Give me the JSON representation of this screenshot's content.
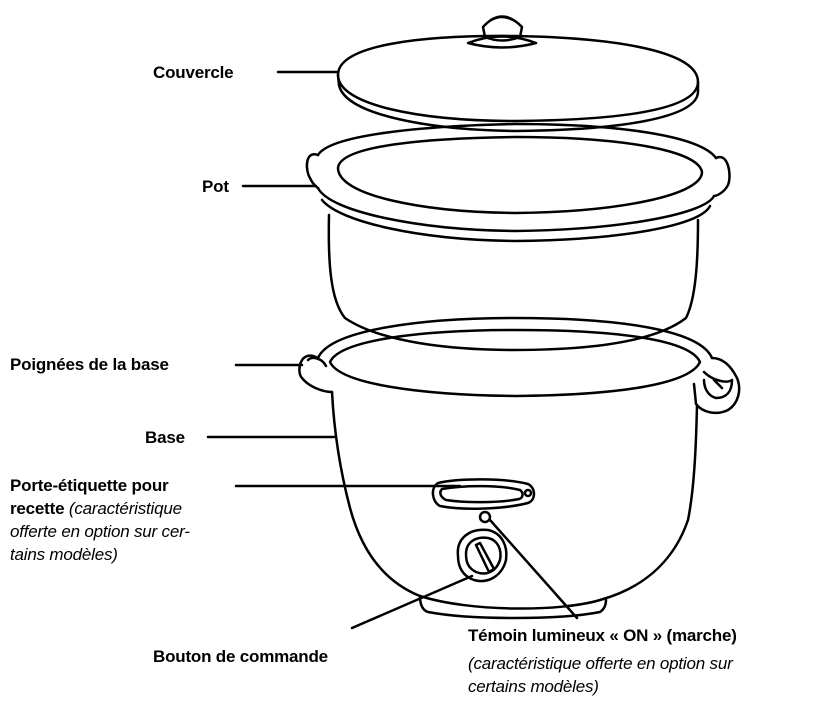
{
  "labels": {
    "couvercle": "Couvercle",
    "pot": "Pot",
    "poignees": "Poignées de la base",
    "base": "Base",
    "porte_etiquette": {
      "title_line1": "Porte-étiquette pour",
      "title_line2": "recette",
      "note_line1": " (caractéristique",
      "note_line2": "offerte en option sur cer-",
      "note_line3": "tains modèles)"
    },
    "bouton": "Bouton de commande",
    "temoin": {
      "title": "Témoin lumineux « ON » (marche)",
      "note_line1": "(caractéristique offerte en option sur",
      "note_line2": "certains modèles)"
    }
  },
  "colors": {
    "line": "#000000",
    "background": "#ffffff"
  }
}
